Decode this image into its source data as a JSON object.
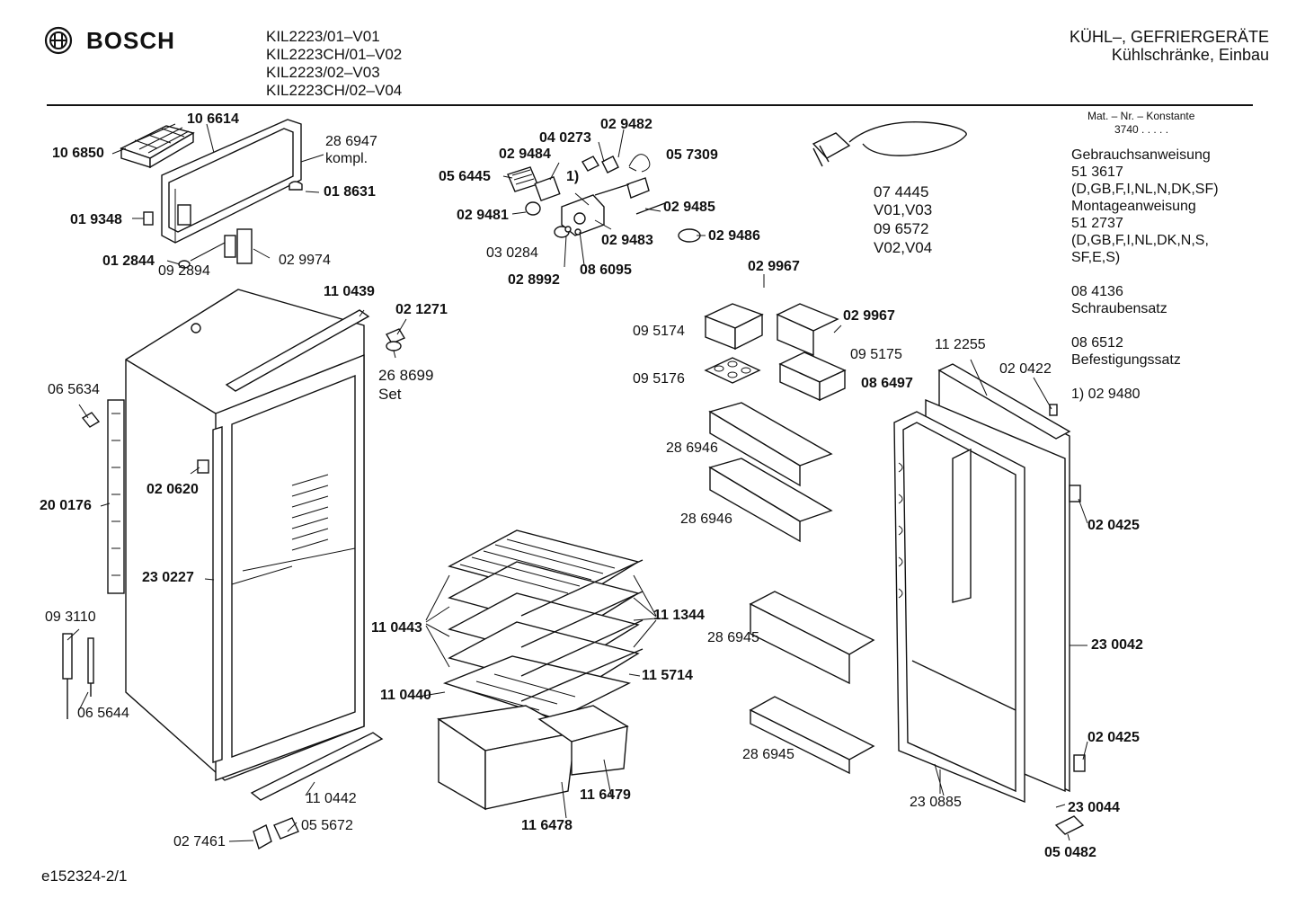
{
  "header": {
    "brand": "BOSCH",
    "models": [
      "KIL2223/01–V01",
      "KIL2223CH/01–V02",
      "KIL2223/02–V03",
      "KIL2223CH/02–V04"
    ],
    "category": "KÜHL–, GEFRIERGERÄTE",
    "subcategory": "Kühlschränke, Einbau"
  },
  "side_info": {
    "konstante_label": "Mat. – Nr. – Konstante",
    "konstante_value": "3740 . . . . .",
    "lines": [
      "Gebrauchsanweisung",
      "51 3617",
      "(D,GB,F,I,NL,N,DK,SF)",
      "Montageanweisung",
      "51 2737",
      "(D,GB,F,I,NL,DK,N,S,",
      "SF,E,S)",
      "",
      "08 4136",
      "Schraubensatz",
      "",
      "08 6512",
      "Befestigungssatz",
      "",
      "1)  02 9480"
    ]
  },
  "part_labels": [
    {
      "text": "10 6614",
      "bold": true
    },
    {
      "text": "10 6850",
      "bold": true
    },
    {
      "text": "28 6947",
      "bold": false
    },
    {
      "text": "kompl.",
      "bold": false
    },
    {
      "text": "01 8631",
      "bold": true
    },
    {
      "text": "01 9348",
      "bold": true
    },
    {
      "text": "01 2844",
      "bold": true
    },
    {
      "text": "02 9974",
      "bold": false
    },
    {
      "text": "09 2894",
      "bold": false
    },
    {
      "text": "04 0273",
      "bold": true
    },
    {
      "text": "02 9482",
      "bold": true
    },
    {
      "text": "02 9484",
      "bold": true
    },
    {
      "text": "05 6445",
      "bold": true
    },
    {
      "text": "1)",
      "bold": true
    },
    {
      "text": "05 7309",
      "bold": true
    },
    {
      "text": "02 9481",
      "bold": true
    },
    {
      "text": "02 9485",
      "bold": true
    },
    {
      "text": "03 0284",
      "bold": false
    },
    {
      "text": "02 9483",
      "bold": true
    },
    {
      "text": "02 9486",
      "bold": true
    },
    {
      "text": "02 8992",
      "bold": true
    },
    {
      "text": "08 6095",
      "bold": true
    },
    {
      "text": "07 4445",
      "bold": false
    },
    {
      "text": "V01,V03",
      "bold": false
    },
    {
      "text": "09 6572",
      "bold": false
    },
    {
      "text": "V02,V04",
      "bold": false
    },
    {
      "text": "02 9967",
      "bold": true
    },
    {
      "text": "02 9967",
      "bold": true
    },
    {
      "text": "11 0439",
      "bold": true
    },
    {
      "text": "02 1271",
      "bold": true
    },
    {
      "text": "26 8699",
      "bold": false
    },
    {
      "text": "Set",
      "bold": false
    },
    {
      "text": "09 5174",
      "bold": false
    },
    {
      "text": "09 5175",
      "bold": false
    },
    {
      "text": "09 5176",
      "bold": false
    },
    {
      "text": "08 6497",
      "bold": true
    },
    {
      "text": "11 2255",
      "bold": false
    },
    {
      "text": "02 0422",
      "bold": false
    },
    {
      "text": "06 5634",
      "bold": false
    },
    {
      "text": "02 0620",
      "bold": true
    },
    {
      "text": "20 0176",
      "bold": true
    },
    {
      "text": "23 0227",
      "bold": true
    },
    {
      "text": "28 6946",
      "bold": false
    },
    {
      "text": "28 6946",
      "bold": false
    },
    {
      "text": "02 0425",
      "bold": true
    },
    {
      "text": "11 0443",
      "bold": true
    },
    {
      "text": "11 1344",
      "bold": true
    },
    {
      "text": "09 3110",
      "bold": false
    },
    {
      "text": "28 6945",
      "bold": false
    },
    {
      "text": "23 0042",
      "bold": true
    },
    {
      "text": "11 0440",
      "bold": true
    },
    {
      "text": "11 5714",
      "bold": true
    },
    {
      "text": "06 5644",
      "bold": false
    },
    {
      "text": "11 6479",
      "bold": true
    },
    {
      "text": "28 6945",
      "bold": false
    },
    {
      "text": "02 0425",
      "bold": true
    },
    {
      "text": "11 0442",
      "bold": false
    },
    {
      "text": "23 0885",
      "bold": false
    },
    {
      "text": "23 0044",
      "bold": true
    },
    {
      "text": "11 6478",
      "bold": true
    },
    {
      "text": "05 5672",
      "bold": false
    },
    {
      "text": "02 7461",
      "bold": false
    },
    {
      "text": "05 0482",
      "bold": true
    }
  ],
  "footer_code": "e152324-2/1"
}
